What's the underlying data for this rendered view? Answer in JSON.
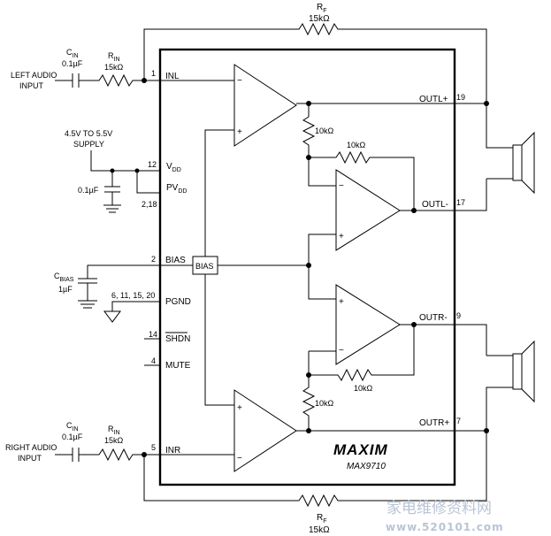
{
  "inputs": {
    "left": {
      "label_line1": "LEFT AUDIO",
      "label_line2": "INPUT",
      "cin": "C",
      "cin_sub": "IN",
      "cin_value": "0.1µF",
      "rin": "R",
      "rin_sub": "IN",
      "rin_value": "15kΩ"
    },
    "right": {
      "label_line1": "RIGHT AUDIO",
      "label_line2": "INPUT",
      "cin": "C",
      "cin_sub": "IN",
      "cin_value": "0.1µF",
      "rin": "R",
      "rin_sub": "IN",
      "rin_value": "15kΩ"
    }
  },
  "feedback": {
    "top": {
      "name": "R",
      "sub": "F",
      "value": "15kΩ"
    },
    "bottom": {
      "name": "R",
      "sub": "F",
      "value": "15kΩ"
    }
  },
  "supply": {
    "line1": "4.5V TO 5.5V",
    "line2": "SUPPLY",
    "cap_value": "0.1µF"
  },
  "bias_cap": {
    "name": "C",
    "sub": "BIAS",
    "value": "1µF"
  },
  "pins": {
    "inl": {
      "num": "1",
      "name": "INL"
    },
    "vdd": {
      "num": "12",
      "name": "V",
      "sub": "DD"
    },
    "pvdd": {
      "num": "2,18",
      "name": "PV",
      "sub": "DD"
    },
    "bias": {
      "num": "2",
      "name": "BIAS"
    },
    "pgnd": {
      "num": "6, 11, 15, 20",
      "name": "PGND"
    },
    "shdn": {
      "num": "14",
      "name": "SHDN"
    },
    "mute": {
      "num": "4",
      "name": "MUTE"
    },
    "inr": {
      "num": "5",
      "name": "INR"
    },
    "outlp": {
      "num": "19",
      "name": "OUTL+"
    },
    "outlm": {
      "num": "17",
      "name": "OUTL-"
    },
    "outrm": {
      "num": "9",
      "name": "OUTR-"
    },
    "outrp": {
      "num": "7",
      "name": "OUTR+"
    }
  },
  "internal": {
    "bias_block": "BIAS",
    "r_top_div": "10kΩ",
    "r_top_fb": "10kΩ",
    "r_bot_div": "10kΩ",
    "r_bot_fb": "10kΩ"
  },
  "amp_signs": {
    "minus": "−",
    "plus": "+"
  },
  "chip": {
    "logo": "MAXIM",
    "part": "MAX9710"
  },
  "watermark": {
    "cn": "家电维修资料网",
    "url": "www.520101.com"
  }
}
